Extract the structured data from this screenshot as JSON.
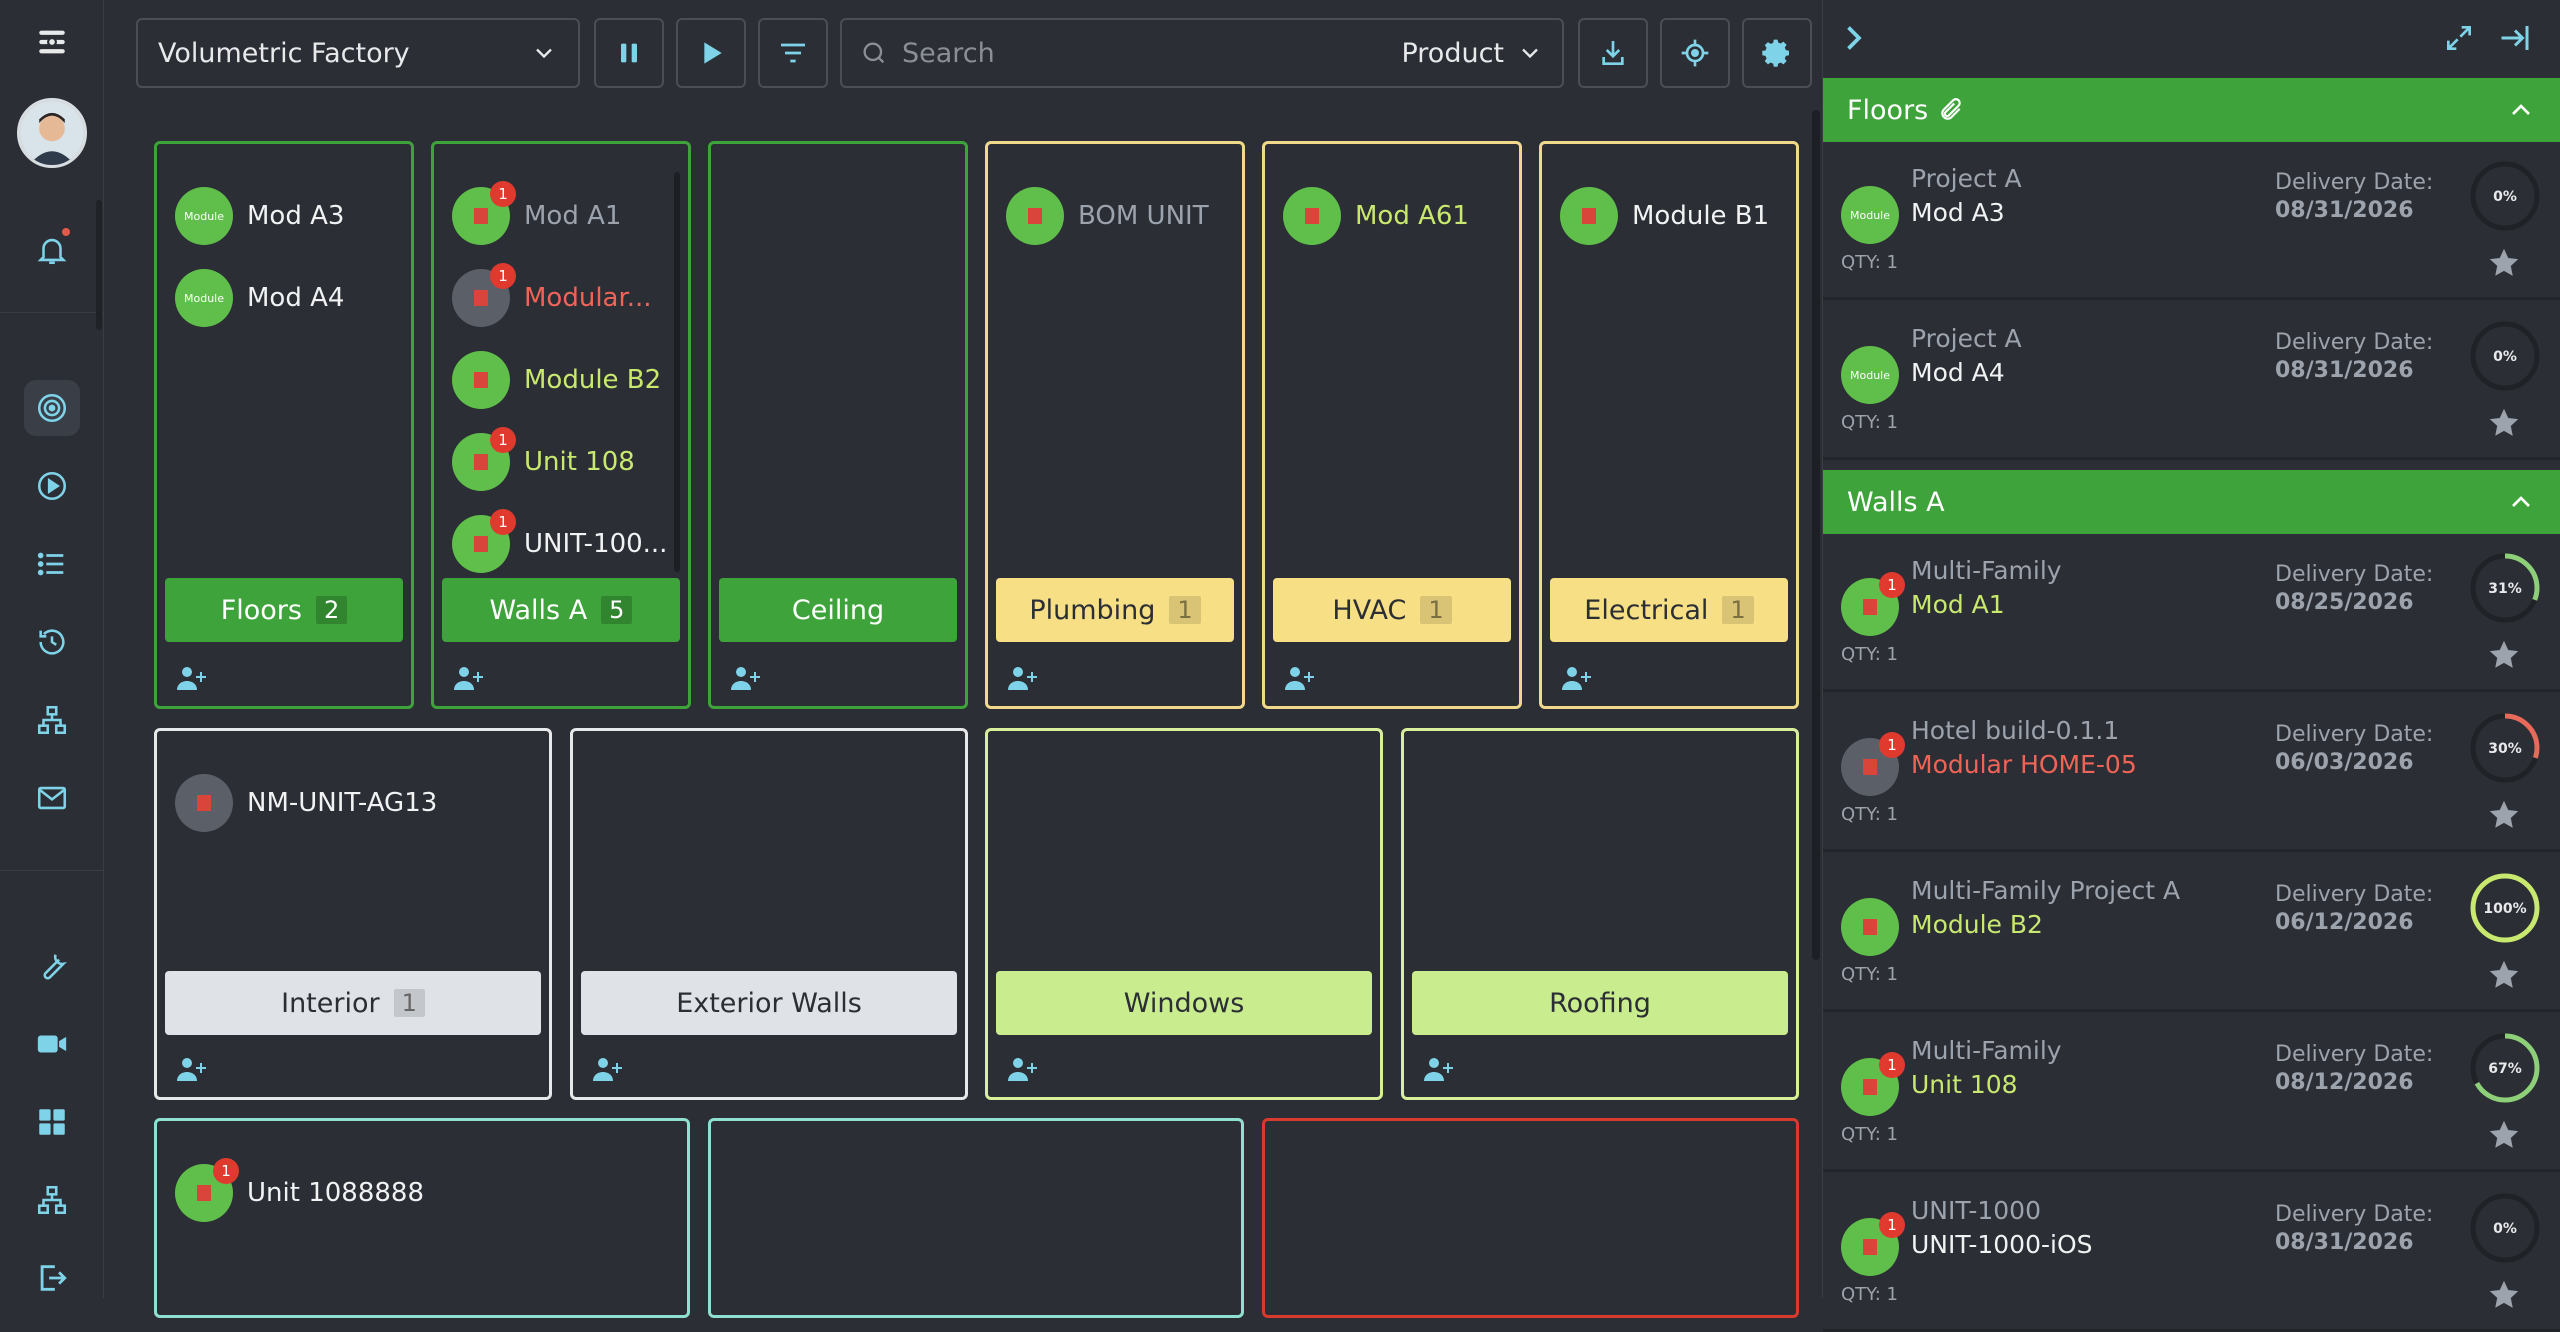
{
  "toolbar": {
    "factory": "Volumetric Factory",
    "search_placeholder": "Search",
    "search_scope": "Product"
  },
  "board": {
    "row1": [
      {
        "title": "Floors",
        "count": "2",
        "items": [
          {
            "label": "Mod A3",
            "badge": "Module"
          },
          {
            "label": "Mod A4",
            "badge": "Module"
          }
        ]
      },
      {
        "title": "Walls A",
        "count": "5",
        "items": [
          {
            "label": "Mod A1",
            "badge": "Module",
            "notif": "1"
          },
          {
            "label": "Modular...",
            "badge": "ND",
            "notif": "1"
          },
          {
            "label": "Module B2",
            "badge": "Module"
          },
          {
            "label": "Unit 108",
            "badge": "Module",
            "notif": "1"
          },
          {
            "label": "UNIT-100...",
            "badge": "Module",
            "notif": "1"
          }
        ]
      },
      {
        "title": "Ceiling",
        "count": "",
        "items": []
      },
      {
        "title": "Plumbing",
        "count": "1",
        "items": [
          {
            "label": "BOM UNIT",
            "badge": "Module"
          }
        ]
      },
      {
        "title": "HVAC",
        "count": "1",
        "items": [
          {
            "label": "Mod A61",
            "badge": "Module"
          }
        ]
      },
      {
        "title": "Electrical",
        "count": "1",
        "items": [
          {
            "label": "Module B1",
            "badge": "Module"
          }
        ]
      }
    ],
    "row2": [
      {
        "title": "Interior",
        "count": "1",
        "items": [
          {
            "label": "NM-UNIT-AG13",
            "badge": "NM"
          }
        ]
      },
      {
        "title": "Exterior Walls",
        "count": "",
        "items": []
      },
      {
        "title": "Windows",
        "count": "",
        "items": []
      },
      {
        "title": "Roofing",
        "count": "",
        "items": []
      }
    ],
    "row3": [
      {
        "items": [
          {
            "label": "Unit 1088888",
            "badge": "Module",
            "notif": "1"
          }
        ]
      }
    ]
  },
  "panel": {
    "sections": [
      {
        "title": "Floors",
        "rows": [
          {
            "project": "Project A",
            "unit": "Mod A3",
            "qty": "QTY: 1",
            "date_label": "Delivery Date:",
            "date": "08/31/2026",
            "progress": "0%",
            "progress_value": 0,
            "badge": "Module"
          },
          {
            "project": "Project A",
            "unit": "Mod A4",
            "qty": "QTY: 1",
            "date_label": "Delivery Date:",
            "date": "08/31/2026",
            "progress": "0%",
            "progress_value": 0,
            "badge": "Module"
          }
        ]
      },
      {
        "title": "Walls A",
        "rows": [
          {
            "project": "Multi-Family",
            "unit": "Mod A1",
            "qty": "QTY: 1",
            "date_label": "Delivery Date:",
            "date": "08/25/2026",
            "progress": "31%",
            "progress_value": 31,
            "badge": "Module",
            "notif": "1"
          },
          {
            "project": "Hotel build-0.1.1",
            "unit": "Modular HOME-05",
            "qty": "QTY: 1",
            "date_label": "Delivery Date:",
            "date": "06/03/2026",
            "progress": "30%",
            "progress_value": 30,
            "badge": "ND",
            "notif": "1"
          },
          {
            "project": "Multi-Family Project A",
            "unit": "Module B2",
            "qty": "QTY: 1",
            "date_label": "Delivery Date:",
            "date": "06/12/2026",
            "progress": "100%",
            "progress_value": 100,
            "badge": "Module"
          },
          {
            "project": "Multi-Family",
            "unit": "Unit 108",
            "qty": "QTY: 1",
            "date_label": "Delivery Date:",
            "date": "08/12/2026",
            "progress": "67%",
            "progress_value": 67,
            "badge": "Module",
            "notif": "1"
          },
          {
            "project": "UNIT-1000",
            "unit": "UNIT-1000-iOS",
            "qty": "QTY: 1",
            "date_label": "Delivery Date:",
            "date": "08/31/2026",
            "progress": "0%",
            "progress_value": 0,
            "badge": "Module",
            "notif": "1"
          }
        ]
      }
    ]
  },
  "colors": {
    "accent": "#7fd3e8",
    "green": "#3ea33a",
    "yellow": "#f7df85",
    "lime": "#c9ec8f",
    "red": "#d83a2e"
  }
}
